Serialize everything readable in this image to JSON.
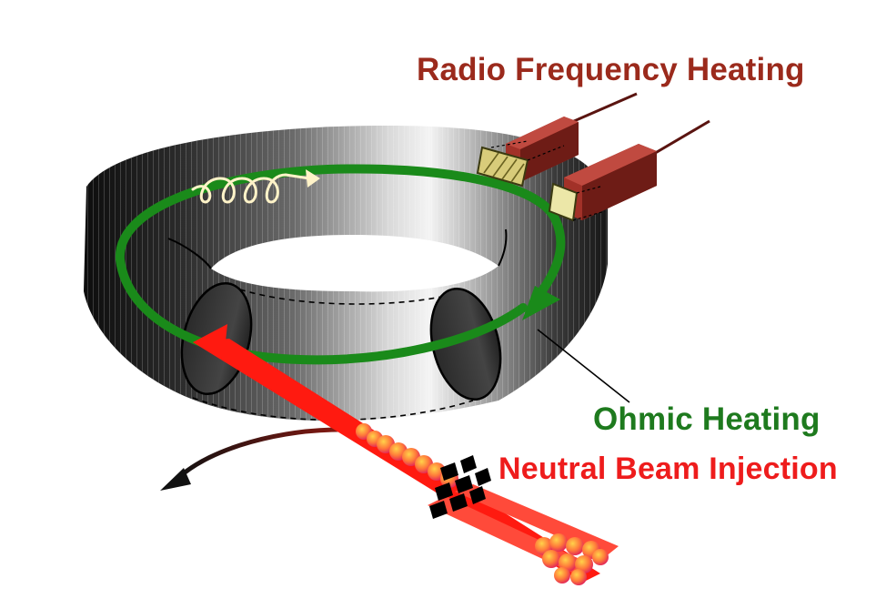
{
  "labels": {
    "rf": "Radio Frequency Heating",
    "ohmic": "Ohmic Heating",
    "nbi": "Neutral Beam Injection"
  },
  "colors": {
    "rf": "#9b2a1c",
    "ohmic": "#1e7a1e",
    "nbi": "#ee1c1c",
    "current_loop": "#1a8a1a",
    "antenna": "#8e2a22",
    "beam": "#ff1a10"
  }
}
